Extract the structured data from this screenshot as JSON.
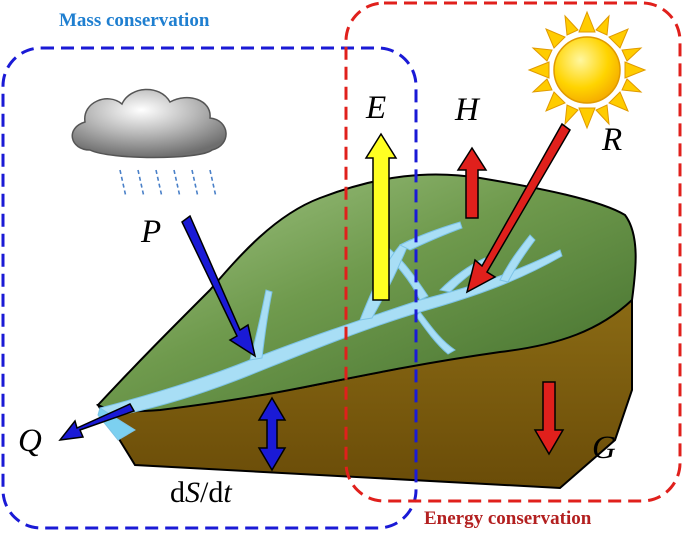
{
  "titles": {
    "mass": "Mass conservation",
    "energy": "Energy conservation"
  },
  "symbols": {
    "E": "E",
    "H": "H",
    "R": "R",
    "P": "P",
    "Q": "Q",
    "G": "G",
    "dsdt_d1": "d",
    "dsdt_S": "S",
    "dsdt_slash": "/d",
    "dsdt_t": "t"
  },
  "colors": {
    "mass_box": "#1a1ad6",
    "energy_box": "#e0201c",
    "mass_title": "#1f7fd0",
    "energy_title": "#b32020",
    "land_top": "#5c8a3a",
    "soil": "#7a5a0e",
    "river": "#9fd8f0",
    "evap_arrow": "#ffff22",
    "red_arrow": "#e0201c",
    "blue_arrow": "#1a1ad6",
    "sun": "#ffcc00"
  },
  "icons": [
    "cloud-icon",
    "rain-icon",
    "sun-icon"
  ]
}
